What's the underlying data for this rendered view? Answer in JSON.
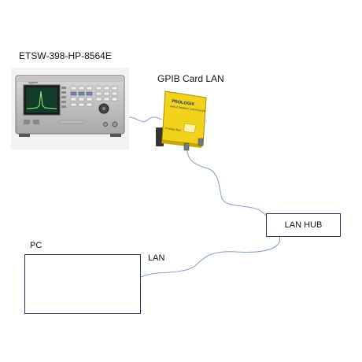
{
  "devices": {
    "analyzer": {
      "label": "ETSW-398-HP-8564E",
      "brand": "Agilent"
    },
    "gpib": {
      "label": "GPIB Card LAN",
      "brand": "PROLOGIX",
      "subtitle": "GPIB-ETHERNET CONTROLLER",
      "port_label": "Prologix Bus",
      "color": "#f2d21a"
    },
    "hub": {
      "label": "LAN HUB"
    },
    "pc": {
      "label": "PC"
    }
  },
  "connections": {
    "lan_label": "LAN"
  },
  "colors": {
    "box_border": "#2a3c5a",
    "cable": "#7f9fc8"
  }
}
